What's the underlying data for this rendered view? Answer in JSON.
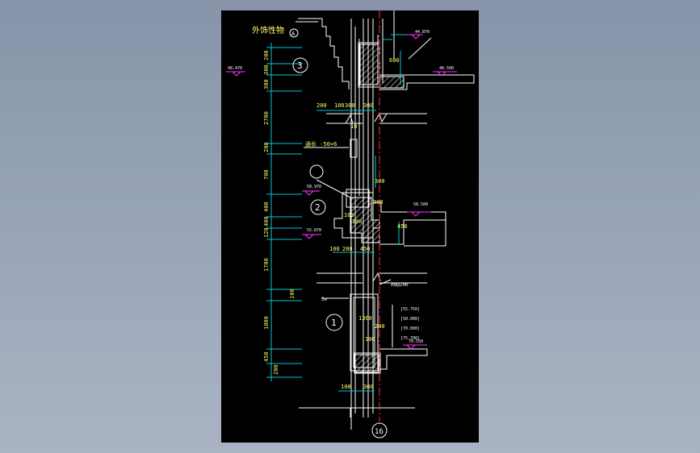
{
  "drawing": {
    "title": "外饰性物",
    "callouts": {
      "detail_ref": "A",
      "wall_section_1": "1",
      "wall_section_2": "2",
      "wall_section_3": "3",
      "grid_axis": "16",
      "through_length": "通长 -50×6",
      "anchor": "∅8@200",
      "diameter": "5∅"
    },
    "levels": {
      "l_top": "44.870",
      "l_left": "48.470",
      "l_right_top": "48.500",
      "l_mid_left": "58.970",
      "l_mid_right": "58.500",
      "l_mid_low": "55.870",
      "l_stack_1": "[55.750]",
      "l_stack_2": "[50.000]",
      "l_stack_3": "[70.000]",
      "l_stack_4": "[75.700]",
      "l_bottom": "70.550"
    },
    "vertical_dims": [
      "200",
      "300",
      "300",
      "2700",
      "200",
      "700",
      "400",
      "400",
      "120",
      "1700",
      "100",
      "1000",
      "450",
      "200"
    ],
    "horizontal_dims": {
      "top_row": [
        "200",
        "100",
        "300",
        "300"
      ],
      "mid_row": [
        "100",
        "200",
        "450"
      ],
      "bottom_row": [
        "100",
        "300"
      ],
      "misc": [
        "10",
        "300",
        "300",
        "100",
        "100",
        "1300",
        "600",
        "450",
        "200",
        "100"
      ]
    },
    "colors": {
      "background": "#000000",
      "outline": "#ffffff",
      "dimension": "#00c8d0",
      "level": "#ff30ff",
      "axis": "#ff3030",
      "label": "#ffff66"
    }
  }
}
